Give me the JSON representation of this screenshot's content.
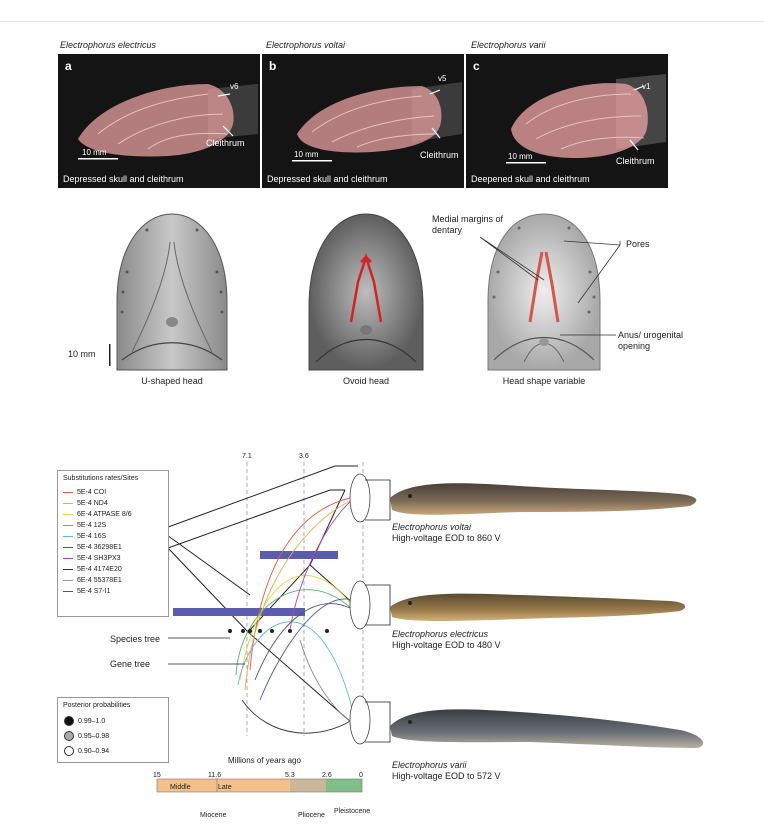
{
  "species_labels": [
    "Electrophorus electricus",
    "Electrophorus voltai",
    "Electrophorus varii"
  ],
  "xray_panels": [
    {
      "letter": "a",
      "vertebra": "v6",
      "cleithrum": "Cleithrum",
      "scale": "10 mm",
      "caption": "Depressed skull and cleithrum"
    },
    {
      "letter": "b",
      "vertebra": "v5",
      "cleithrum": "Cleithrum",
      "scale": "10 mm",
      "caption": "Depressed skull and cleithrum"
    },
    {
      "letter": "c",
      "vertebra": "v1",
      "cleithrum": "Cleithrum",
      "scale": "10 mm",
      "caption": "Deepened skull and cleithrum"
    }
  ],
  "heads": {
    "scale": "10 mm",
    "captions": [
      "U-shaped head",
      "Ovoid head",
      "Head shape variable"
    ],
    "annotations": {
      "medial": "Medial margins of dentary",
      "pores": "Pores",
      "anus": "Anus/ urogenital opening"
    }
  },
  "legend": {
    "title": "Substitutions rates/Sites",
    "items": [
      {
        "label": "5E-4 COI",
        "color": "#e05a4a"
      },
      {
        "label": "5E-4 ND4",
        "color": "#f0a54a"
      },
      {
        "label": "6E-4 ATPASE 8/6",
        "color": "#e8d640"
      },
      {
        "label": "5E-4 12S",
        "color": "#53b86a"
      },
      {
        "label": "5E-4 16S",
        "color": "#5cb8e0"
      },
      {
        "label": "5E-4 36298E1",
        "color": "#4a55b8"
      },
      {
        "label": "5E-4 SH3PX3",
        "color": "#b04ab0"
      },
      {
        "label": "5E-4 4174E20",
        "color": "#333333"
      },
      {
        "label": "6E-4 55378E1",
        "color": "#999999"
      },
      {
        "label": "5E-4 S7-I1",
        "color": "#555555"
      }
    ]
  },
  "posterior": {
    "title": "Posterior probabilities",
    "items": [
      "0.99–1.0",
      "0.95–0.98",
      "0.90–0.94"
    ]
  },
  "tree_labels": {
    "species_tree": "Species tree",
    "gene_tree": "Gene tree"
  },
  "ages": {
    "a1": "7.1",
    "a2": "3.6"
  },
  "axis": {
    "title": "Millions of years ago",
    "ticks": [
      "15",
      "11.6",
      "5.3",
      "2.6",
      "0"
    ],
    "subepochs": [
      "Middle",
      "Late"
    ],
    "epochs": [
      "Miocene",
      "Pliocene",
      "Pleistocene"
    ]
  },
  "eels": [
    {
      "species": "Electrophorus voltai",
      "eod": "High-voltage EOD to 860 V"
    },
    {
      "species": "Electrophorus electricus",
      "eod": "High-voltage EOD to 480 V"
    },
    {
      "species": "Electrophorus varii",
      "eod": "High-voltage EOD to 572 V"
    }
  ],
  "colors": {
    "pink": "#e8a0a0",
    "bar": "#5b5bb0",
    "miocene": "#f3c089",
    "pliocene": "#c9b79b",
    "pleistocene": "#7fbf8a"
  }
}
